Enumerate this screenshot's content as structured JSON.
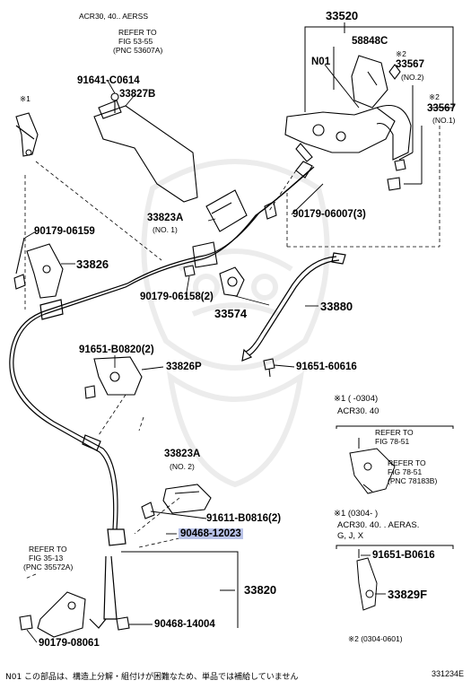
{
  "parts": {
    "p33520": "33520",
    "p58848C": "58848C",
    "n01": "N01",
    "p33567_2": "33567",
    "p33567_2_note": "(NO.2)",
    "p33567_1": "33567",
    "p33567_1_note": "(NO.1)",
    "p91641": "91641-C0614",
    "p33827B": "33827B",
    "p90179_06159": "90179-06159",
    "p33826": "33826",
    "p33823A_1": "33823A",
    "p33823A_1_note": "(NO. 1)",
    "p90179_06007": "90179-06007(3)",
    "p90179_06158": "90179-06158(2)",
    "p33574": "33574",
    "p33880": "33880",
    "p91651_B0820": "91651-B0820(2)",
    "p33826P": "33826P",
    "p91651_60616": "91651-60616",
    "p33823A_2": "33823A",
    "p33823A_2_note": "(NO. 2)",
    "p91611_B0816": "91611-B0816(2)",
    "p90468_12023": "90468-12023",
    "p91651_B0616": "91651-B0616",
    "p33829F": "33829F",
    "p33820": "33820",
    "p90468_14004": "90468-14004",
    "p90179_08061": "90179-08061"
  },
  "notes": {
    "top_model": "ACR30, 40.. AERSS",
    "refer_53_1": "REFER TO",
    "refer_53_2": "FIG 53-55",
    "refer_53_3": "(PNC 53607A)",
    "mark1_top": "※1",
    "mark2_a": "※2",
    "mark2_b": "※2",
    "refer_35_1": "REFER TO",
    "refer_35_2": "FIG 35-13",
    "refer_35_3": "(PNC 35572A)",
    "box1_line1": "※1 (      -0304)",
    "box1_line2": "ACR30. 40",
    "refer_78a_1": "REFER TO",
    "refer_78a_2": "FIG 78-51",
    "refer_78b_1": "REFER TO",
    "refer_78b_2": "FIG 78-51",
    "refer_78b_3": "(PNC 78183B)",
    "box2_line1": "※1 (0304-      )",
    "box2_line2": "ACR30. 40. . AERAS.",
    "box2_line3": "G, J, X",
    "mark2_range": "※2 (0304-0601)"
  },
  "footer": {
    "note": "N01  この部品は、構造上分解・組付けが困難なため、単品では補給していません",
    "figure_code": "331234E"
  },
  "colors": {
    "highlight": "#b9c3e8",
    "line": "#000000"
  }
}
